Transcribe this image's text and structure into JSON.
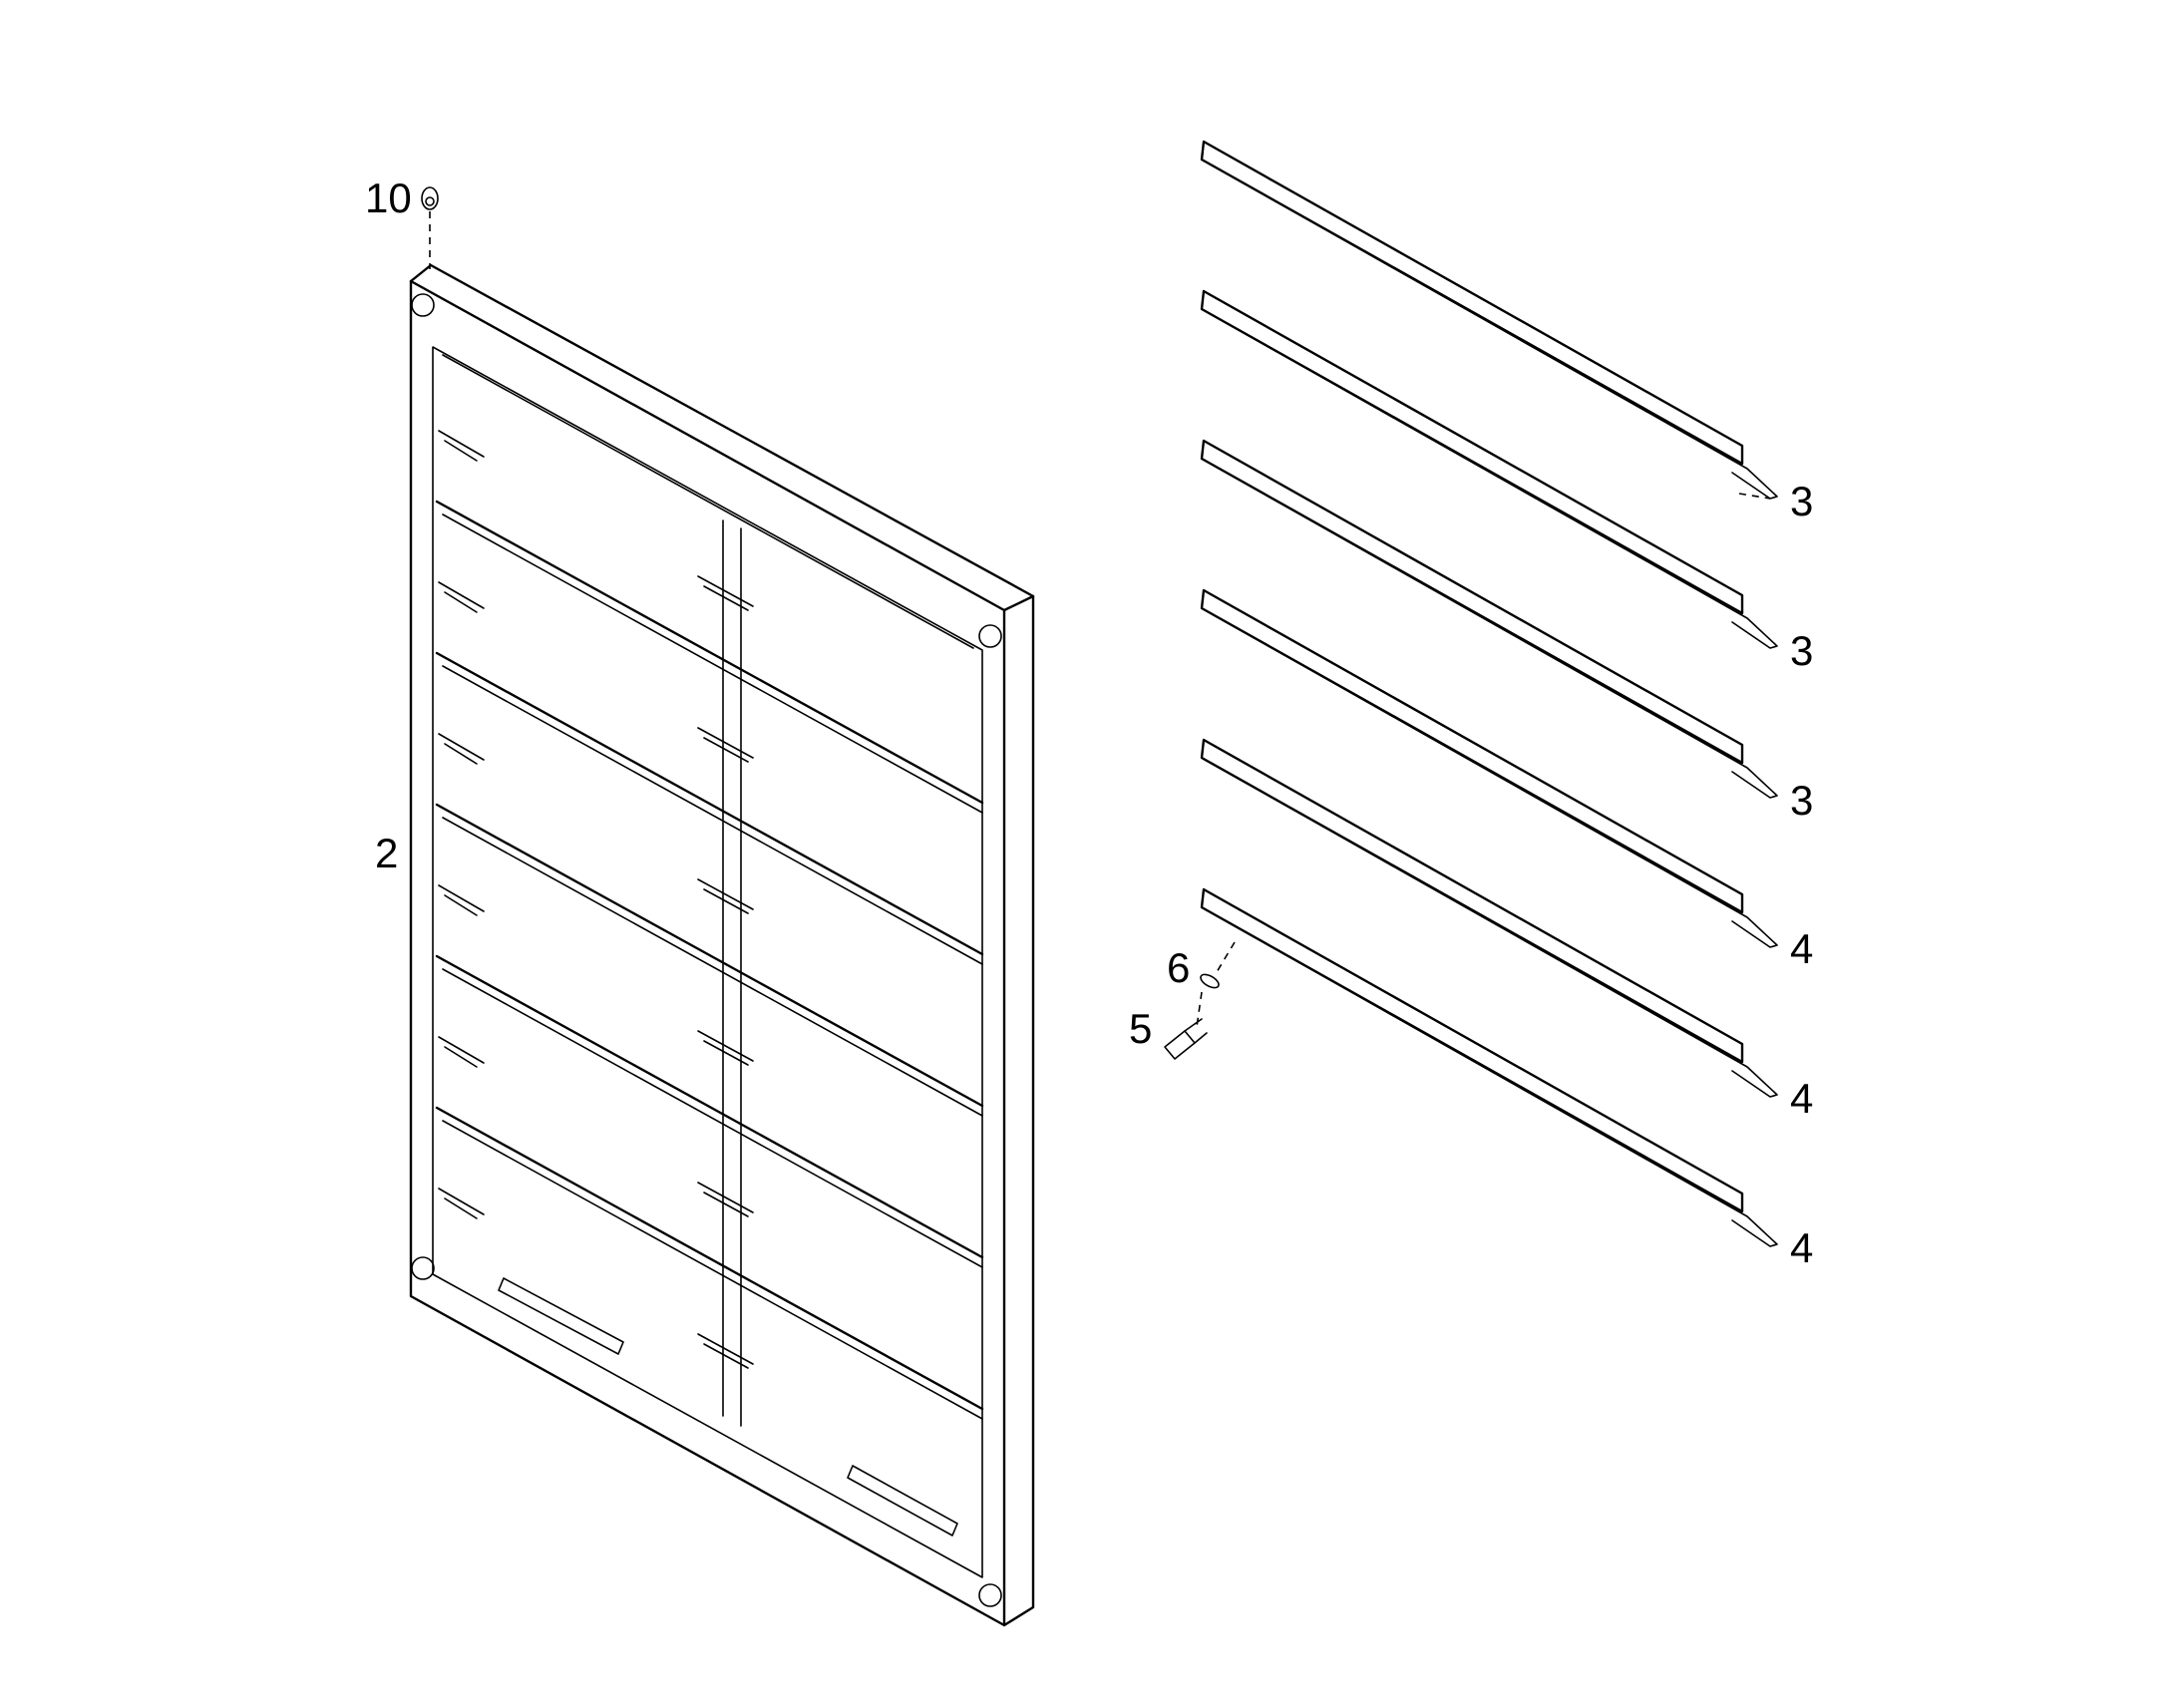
{
  "diagram": {
    "callouts": {
      "nut_top": "10",
      "frame": "2",
      "bolt": "5",
      "washer": "6",
      "blade_1": "3",
      "blade_2": "3",
      "blade_3": "3",
      "blade_4": "4",
      "blade_5": "4",
      "blade_6": "4"
    }
  }
}
